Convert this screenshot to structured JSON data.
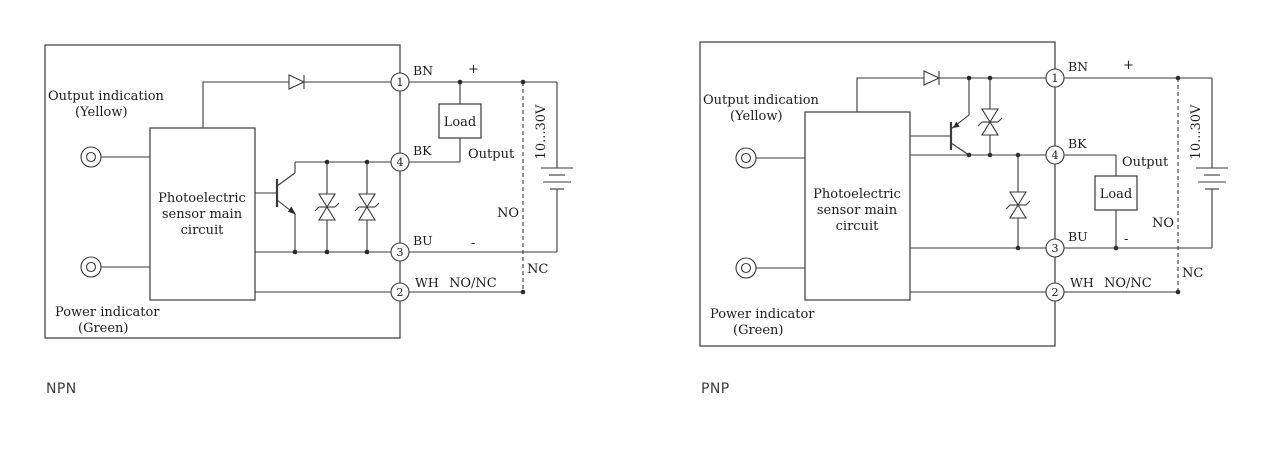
{
  "diagrams": {
    "left": {
      "caption": "NPN"
    },
    "right": {
      "caption": "PNP"
    }
  },
  "labels": {
    "output_indication": "Output indication",
    "output_indication_color": "(Yellow)",
    "power_indicator": "Power indicator",
    "power_indicator_color": "(Green)",
    "sensor_box": [
      "Photoelectric",
      "sensor main",
      "circuit"
    ],
    "load": "Load",
    "output": "Output",
    "plus": "+",
    "minus": "-",
    "no": "NO",
    "nc": "NC",
    "no_nc": "NO/NC",
    "voltage_range": "10...30V"
  },
  "terminals": [
    {
      "number": "1",
      "wire": "BN"
    },
    {
      "number": "4",
      "wire": "BK"
    },
    {
      "number": "3",
      "wire": "BU"
    },
    {
      "number": "2",
      "wire": "WH"
    }
  ],
  "colors": {
    "line": "#3a3a3a",
    "text": "#1c1c1c",
    "caption": "#3d3d3d",
    "background": "#ffffff"
  }
}
